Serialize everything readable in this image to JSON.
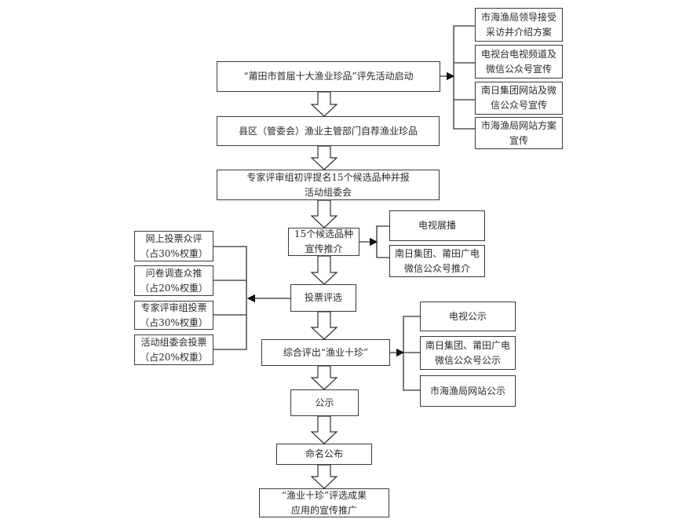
{
  "main_flow": [
    {
      "id": "launch",
      "text": "“莆田市首届十大渔业珍品”评先活动启动"
    },
    {
      "id": "county-recommend",
      "text": "县区（管委会）渔业主管部门自荐渔业珍品"
    },
    {
      "id": "expert-nominate",
      "text": "专家评审组初评提名15个候选品种并报\n活动组委会"
    },
    {
      "id": "candidate-promo",
      "text": "15个候选品种\n宣传推介"
    },
    {
      "id": "voting",
      "text": "投票评选"
    },
    {
      "id": "final-select",
      "text": "综合评出“渔业十珍”"
    },
    {
      "id": "publicity",
      "text": "公示"
    },
    {
      "id": "naming",
      "text": "命名公布"
    },
    {
      "id": "application",
      "text": "“渔业十珍”评选成果\n应用的宣传推广"
    }
  ],
  "launch_branches": [
    "市海渔局领导接受\n采访并介绍方案",
    "电视台电视频道及\n微信公众号宣传",
    "南日集团网站及微\n信公众号宣传",
    "市海渔局网站方案\n宣传"
  ],
  "promo_branches": [
    "电视展播",
    "南日集团、莆田广电\n微信公众号推介"
  ],
  "voting_branches": [
    "网上投票众评\n（占30%权重）",
    "问卷调查众推\n（占20%权重）",
    "专家评审组投票\n（占30%权重）",
    "活动组委会投票\n（占20%权重）"
  ],
  "publicity_branches": [
    "电视公示",
    "南日集团、莆田广电\n微信公众号公示",
    "市海渔局网站公示"
  ]
}
